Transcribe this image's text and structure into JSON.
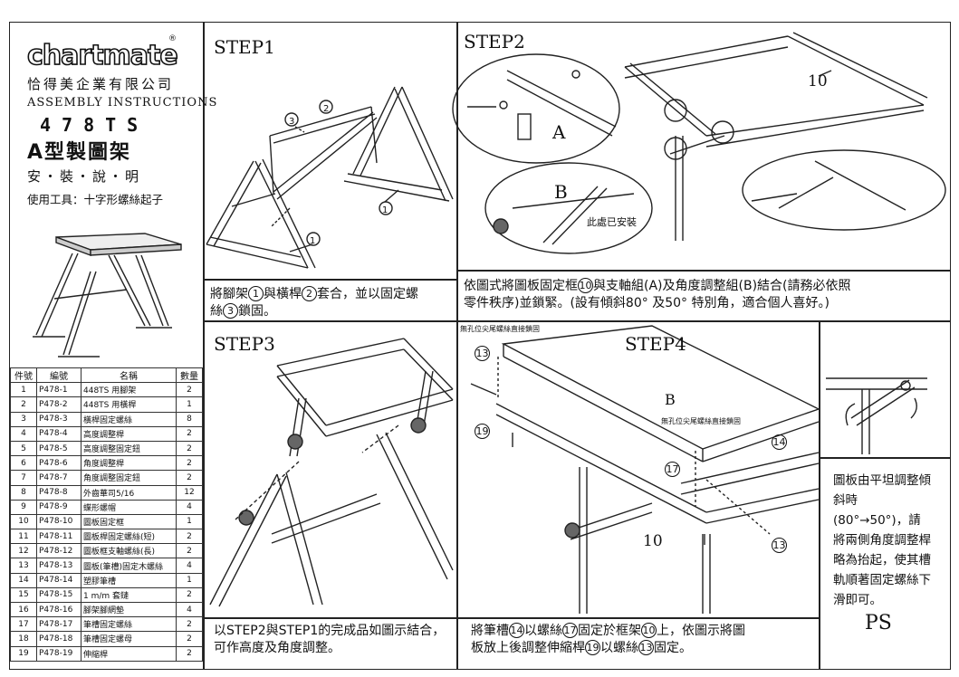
{
  "header": {
    "brand": "chartmate",
    "company": "恰得美企業有限公司",
    "subtitle": "ASSEMBLY INSTRUCTIONS",
    "model": "478TS",
    "product": "A型製圖架",
    "instruction_title": "安・裝・說・明",
    "tools": "使用工具：十字形螺絲起子"
  },
  "parts_table": {
    "headers": [
      "件號",
      "編號",
      "名稱",
      "數量"
    ],
    "rows": [
      [
        "1",
        "P478-1",
        "448TS 用腳架",
        "2"
      ],
      [
        "2",
        "P478-2",
        "448TS 用橫桿",
        "1"
      ],
      [
        "3",
        "P478-3",
        "橫桿固定螺絲",
        "8"
      ],
      [
        "4",
        "P478-4",
        "高度調整桿",
        "2"
      ],
      [
        "5",
        "P478-5",
        "高度調整固定鈕",
        "2"
      ],
      [
        "6",
        "P478-6",
        "角度調整桿",
        "2"
      ],
      [
        "7",
        "P478-7",
        "角度調整固定鈕",
        "2"
      ],
      [
        "8",
        "P478-8",
        "外齒華司5/16",
        "12"
      ],
      [
        "9",
        "P478-9",
        "蝶形螺帽",
        "4"
      ],
      [
        "10",
        "P478-10",
        "圖板固定框",
        "1"
      ],
      [
        "11",
        "P478-11",
        "圖板桿固定螺絲(短)",
        "2"
      ],
      [
        "12",
        "P478-12",
        "圖板框支軸螺絲(長)",
        "2"
      ],
      [
        "13",
        "P478-13",
        "圖板(筆槽)固定木螺絲",
        "4"
      ],
      [
        "14",
        "P478-14",
        "塑膠筆槽",
        "1"
      ],
      [
        "15",
        "P478-15",
        "1 m/m 套鏈",
        "2"
      ],
      [
        "16",
        "P478-16",
        "腳架腳網墊",
        "4"
      ],
      [
        "17",
        "P478-17",
        "筆槽固定螺絲",
        "2"
      ],
      [
        "18",
        "P478-18",
        "筆槽固定螺母",
        "2"
      ],
      [
        "19",
        "P478-19",
        "伸縮桿",
        "2"
      ]
    ]
  },
  "steps": {
    "step1": {
      "title": "STEP1",
      "caption_line1": "將腳架",
      "ref1": "1",
      "caption_part2": "與橫桿",
      "ref2": "2",
      "caption_part3": "套合，並以固定螺",
      "caption_line2_a": "絲",
      "ref3": "3",
      "caption_line2_b": "鎖固。",
      "callouts": [
        "1",
        "1",
        "2",
        "3"
      ]
    },
    "step2": {
      "title": "STEP2",
      "caption_a": "依圖式將圖板固定框",
      "ref10": "10",
      "caption_b": "與支軸組(A)及角度調整組(B)結合(請務必依照",
      "caption_c": "零件秩序)並鎖緊。(設有傾斜80° 及50° 特別角，適合個人喜好。)",
      "label_a": "A",
      "label_b": "B",
      "label_10": "10",
      "note_installed": "此處已安裝"
    },
    "step3": {
      "title": "STEP3",
      "caption_1": "以STEP2與STEP1的完成品如圖示結合，",
      "caption_2": "可作高度及角度調整。"
    },
    "step4": {
      "title": "STEP4",
      "note_top": "無孔位尖尾螺絲直接鎖固",
      "label_b": "B",
      "note_b": "無孔位尖尾螺絲直接鎖固",
      "callouts": [
        "13",
        "19",
        "17",
        "14",
        "13"
      ],
      "label_10": "10",
      "caption_a": "將筆槽",
      "ref14": "14",
      "caption_b": "以螺絲",
      "ref17": "17",
      "caption_c": "固定於框架",
      "ref10": "10",
      "caption_d": "上，依圖示將圖",
      "caption_e": "板放上後調整伸縮桿",
      "ref19": "19",
      "caption_f": "以螺絲",
      "ref13": "13",
      "caption_g": "固定。"
    },
    "ps": {
      "text": "圖板由平坦調整傾斜時(80°→50°)，請將兩側角度調整桿略為抬起，使其槽軌順著固定螺絲下滑即可。",
      "label": "PS"
    }
  }
}
